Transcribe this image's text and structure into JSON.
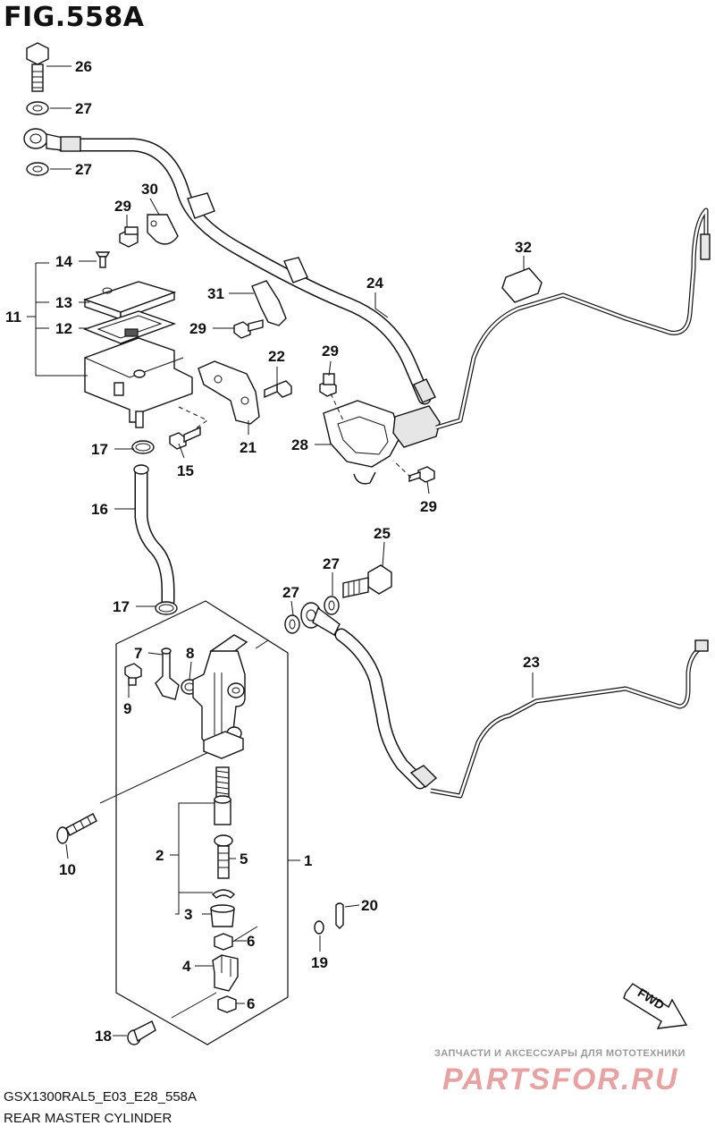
{
  "header": {
    "title": "FIG.558A"
  },
  "footer": {
    "code": "GSX1300RAL5_E03_E28_558A",
    "caption": "REAR MASTER CYLINDER"
  },
  "watermark": {
    "tagline": "ЗАПЧАСТИ И АКСЕССУАРЫ ДЛЯ МОТОТЕХНИКИ",
    "brand": "PARTSFOR.RU",
    "color": "#e7a3a3"
  },
  "direction": {
    "label": "FWD"
  },
  "parts": [
    {
      "id": "26",
      "label": "26"
    },
    {
      "id": "27a",
      "label": "27"
    },
    {
      "id": "27b",
      "label": "27"
    },
    {
      "id": "29a",
      "label": "29"
    },
    {
      "id": "30",
      "label": "30"
    },
    {
      "id": "14",
      "label": "14"
    },
    {
      "id": "11",
      "label": "11"
    },
    {
      "id": "13",
      "label": "13"
    },
    {
      "id": "12",
      "label": "12"
    },
    {
      "id": "31",
      "label": "31"
    },
    {
      "id": "29b",
      "label": "29"
    },
    {
      "id": "24",
      "label": "24"
    },
    {
      "id": "32",
      "label": "32"
    },
    {
      "id": "22",
      "label": "22"
    },
    {
      "id": "29c",
      "label": "29"
    },
    {
      "id": "17a",
      "label": "17"
    },
    {
      "id": "15",
      "label": "15"
    },
    {
      "id": "21",
      "label": "21"
    },
    {
      "id": "28",
      "label": "28"
    },
    {
      "id": "29d",
      "label": "29"
    },
    {
      "id": "16",
      "label": "16"
    },
    {
      "id": "25",
      "label": "25"
    },
    {
      "id": "27c",
      "label": "27"
    },
    {
      "id": "27d",
      "label": "27"
    },
    {
      "id": "17b",
      "label": "17"
    },
    {
      "id": "7",
      "label": "7"
    },
    {
      "id": "8",
      "label": "8"
    },
    {
      "id": "9",
      "label": "9"
    },
    {
      "id": "23",
      "label": "23"
    },
    {
      "id": "10",
      "label": "10"
    },
    {
      "id": "2",
      "label": "2"
    },
    {
      "id": "5",
      "label": "5"
    },
    {
      "id": "1",
      "label": "1"
    },
    {
      "id": "3",
      "label": "3"
    },
    {
      "id": "20",
      "label": "20"
    },
    {
      "id": "6a",
      "label": "6"
    },
    {
      "id": "19",
      "label": "19"
    },
    {
      "id": "4",
      "label": "4"
    },
    {
      "id": "6b",
      "label": "6"
    },
    {
      "id": "18",
      "label": "18"
    }
  ]
}
